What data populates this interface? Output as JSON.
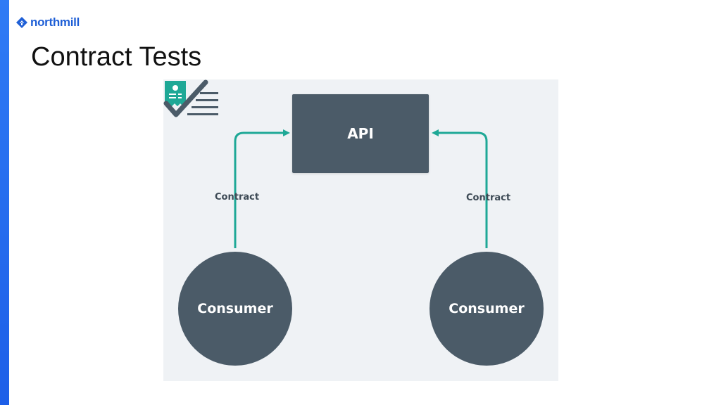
{
  "brand": {
    "name": "northmill",
    "accent_color": "#1f5fd6"
  },
  "slide": {
    "title": "Contract Tests"
  },
  "diagram": {
    "api_label": "API",
    "consumers": [
      {
        "label": "Consumer"
      },
      {
        "label": "Consumer"
      }
    ],
    "contracts": [
      {
        "label": "Contract",
        "icon": "contract-document-icon"
      },
      {
        "label": "Contract",
        "icon": "contract-document-icon"
      }
    ],
    "center_icon": "checklist-icon",
    "colors": {
      "node": "#4b5b68",
      "arrow": "#1ea896",
      "background": "#eff2f5"
    }
  }
}
